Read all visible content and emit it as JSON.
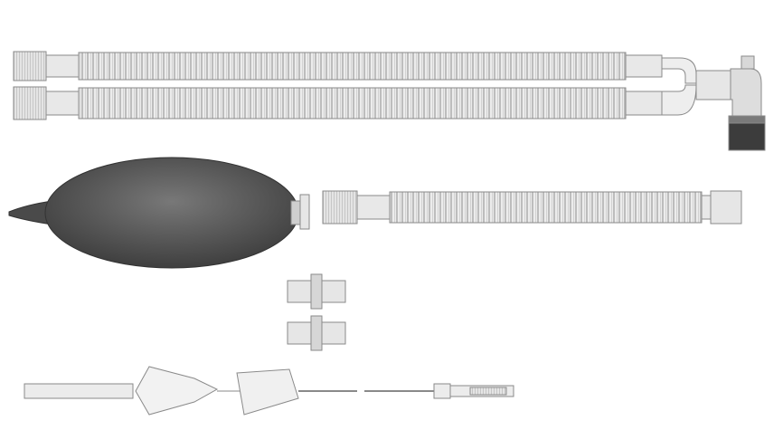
{
  "colors": {
    "background": "#ffffff",
    "tube": "#e6e6e6",
    "tube_stroke": "#8a8a8a",
    "rib": "#b8b8b8",
    "bag": "#5a5a5a",
    "filter": "#3c3c3c"
  },
  "components": [
    {
      "name": "dual-limb-corrugated-tubing"
    },
    {
      "name": "y-piece-elbow-connector"
    },
    {
      "name": "breathing-bag"
    },
    {
      "name": "single-corrugated-tube"
    },
    {
      "name": "straight-connector"
    },
    {
      "name": "straight-connector"
    },
    {
      "name": "gas-sampling-line"
    }
  ]
}
